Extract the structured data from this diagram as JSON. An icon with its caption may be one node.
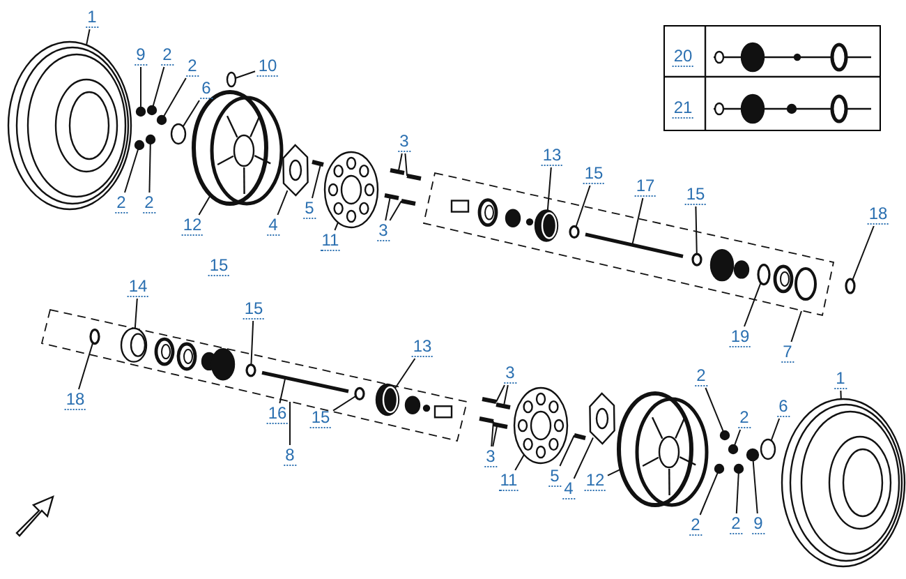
{
  "diagram": {
    "nodes": [
      {
        "text": [
          "1"
        ]
      },
      {
        "text": [
          "9"
        ]
      },
      {
        "text": [
          "2"
        ]
      },
      {
        "text": [
          "2"
        ]
      },
      {
        "text": [
          "10"
        ]
      },
      {
        "text": [
          "6"
        ]
      },
      {
        "text": [
          "3"
        ]
      },
      {
        "text": [
          "13"
        ]
      },
      {
        "text": [
          "15"
        ]
      },
      {
        "text": [
          "17"
        ]
      },
      {
        "text": [
          "15"
        ]
      },
      {
        "text": [
          "2"
        ]
      },
      {
        "text": [
          "2"
        ]
      },
      {
        "text": [
          "12"
        ]
      },
      {
        "text": [
          "18"
        ]
      },
      {
        "text": [
          "4"
        ]
      },
      {
        "text": [
          "5"
        ]
      },
      {
        "text": [
          "3"
        ]
      },
      {
        "text": [
          "11"
        ]
      },
      {
        "text": [
          "14"
        ]
      },
      {
        "text": [
          "15"
        ]
      },
      {
        "text": [
          "19"
        ]
      },
      {
        "text": [
          "13"
        ]
      },
      {
        "text": [
          "7"
        ]
      },
      {
        "text": [
          "3"
        ]
      },
      {
        "text": [
          "2"
        ]
      },
      {
        "text": [
          "1"
        ]
      },
      {
        "text": [
          "18"
        ]
      },
      {
        "text": [
          "16"
        ]
      },
      {
        "text": [
          "15"
        ]
      },
      {
        "text": [
          "2"
        ]
      },
      {
        "text": [
          "6"
        ]
      },
      {
        "text": [
          "8"
        ]
      },
      {
        "text": [
          "3"
        ]
      },
      {
        "text": [
          "5"
        ]
      },
      {
        "text": [
          "11"
        ]
      },
      {
        "text": [
          "12"
        ]
      },
      {
        "text": [
          "4"
        ]
      },
      {
        "text": [
          "2"
        ]
      },
      {
        "text": [
          "2"
        ]
      },
      {
        "text": [
          "9"
        ]
      },
      {
        "text": [
          "20"
        ]
      },
      {
        "text": [
          "21"
        ]
      },
      {
        "text": [
          "15"
        ]
      },
      {
        "text": [],
        "shape": "picture"
      },
      {
        "text": [],
        "shape": "circle"
      },
      {
        "text": [],
        "shape": "circle"
      },
      {
        "text": [],
        "shape": "circle"
      },
      {
        "text": [],
        "shape": "circle"
      },
      {
        "text": [],
        "shape": "circle"
      },
      {
        "text": [],
        "shape": "bar"
      },
      {
        "text": [],
        "shape": "bar"
      },
      {
        "text": [],
        "shape": "box"
      },
      {
        "text": [],
        "shape": "picture",
        "in": 52
      },
      {
        "text": [],
        "shape": "circle",
        "in": 52
      },
      {
        "text": [],
        "shape": "bar",
        "in": 52
      },
      {
        "text": [],
        "shape": "circle",
        "in": 52
      },
      {
        "text": [],
        "shape": "circle",
        "in": 52
      },
      {
        "text": [],
        "shape": "circle"
      },
      {
        "text": [],
        "shape": "circle"
      },
      {
        "text": [],
        "shape": "picture"
      },
      {
        "text": [],
        "shape": "circle"
      },
      {
        "text": [],
        "shape": "picture"
      },
      {
        "text": [],
        "shape": "bar"
      },
      {
        "text": [],
        "shape": "bar"
      },
      {
        "text": [],
        "shape": "bar"
      },
      {
        "text": [],
        "shape": "picture"
      },
      {
        "text": [],
        "shape": "box"
      },
      {
        "text": [],
        "shape": "circle",
        "in": 67
      },
      {
        "text": [],
        "shape": "picture",
        "in": 67
      },
      {
        "text": [],
        "shape": "circle",
        "in": 67
      },
      {
        "text": [],
        "shape": "bar",
        "in": 67
      },
      {
        "text": [],
        "shape": "circle",
        "in": 67
      },
      {
        "text": [],
        "shape": "picture",
        "in": 67
      },
      {
        "text": [],
        "shape": "bar"
      },
      {
        "text": [],
        "shape": "bar"
      },
      {
        "text": [],
        "shape": "bar"
      },
      {
        "text": [],
        "shape": "bar"
      },
      {
        "text": [],
        "shape": "picture"
      },
      {
        "text": [],
        "shape": "bar"
      },
      {
        "text": [],
        "shape": "picture"
      },
      {
        "text": [],
        "shape": "picture"
      },
      {
        "text": [],
        "shape": "circle"
      },
      {
        "text": [],
        "shape": "circle"
      },
      {
        "text": [],
        "shape": "circle"
      },
      {
        "text": [],
        "shape": "circle"
      },
      {
        "text": [],
        "shape": "circle"
      },
      {
        "text": [],
        "shape": "circle"
      },
      {
        "text": [],
        "shape": "picture"
      }
    ],
    "edges": [
      {
        "from": 0,
        "to": 44,
        "arrow": "none"
      },
      {
        "from": 1,
        "to": 45,
        "arrow": "none"
      },
      {
        "from": 2,
        "to": 46,
        "arrow": "none"
      },
      {
        "from": 3,
        "to": 47,
        "arrow": "none"
      },
      {
        "from": 4,
        "to": 48,
        "arrow": "none"
      },
      {
        "from": 5,
        "to": 49,
        "arrow": "none"
      },
      {
        "from": 6,
        "to": 50,
        "arrow": "none"
      },
      {
        "from": 6,
        "to": 51,
        "arrow": "none"
      },
      {
        "from": 7,
        "to": 53,
        "arrow": "none"
      },
      {
        "from": 8,
        "to": 54,
        "arrow": "none"
      },
      {
        "from": 9,
        "to": 55,
        "arrow": "none"
      },
      {
        "from": 10,
        "to": 56,
        "arrow": "none"
      },
      {
        "from": 11,
        "to": 58,
        "arrow": "none"
      },
      {
        "from": 12,
        "to": 59,
        "arrow": "none"
      },
      {
        "from": 13,
        "to": 60,
        "arrow": "none"
      },
      {
        "from": 14,
        "to": 61,
        "arrow": "none"
      },
      {
        "from": 15,
        "to": 62,
        "arrow": "none"
      },
      {
        "from": 16,
        "to": 63,
        "arrow": "none"
      },
      {
        "from": 17,
        "to": 64,
        "arrow": "none"
      },
      {
        "from": 17,
        "to": 65,
        "arrow": "none"
      },
      {
        "from": 18,
        "to": 66,
        "arrow": "none"
      },
      {
        "from": 19,
        "to": 69,
        "arrow": "none"
      },
      {
        "from": 20,
        "to": 70,
        "arrow": "none"
      },
      {
        "from": 21,
        "to": 57,
        "arrow": "none"
      },
      {
        "from": 22,
        "to": 73,
        "arrow": "none"
      },
      {
        "from": 23,
        "to": 52,
        "arrow": "none"
      },
      {
        "from": 24,
        "to": 74,
        "arrow": "none"
      },
      {
        "from": 24,
        "to": 75,
        "arrow": "none"
      },
      {
        "from": 25,
        "to": 82,
        "arrow": "none"
      },
      {
        "from": 26,
        "to": 88,
        "arrow": "none"
      },
      {
        "from": 27,
        "to": 68,
        "arrow": "none"
      },
      {
        "from": 28,
        "to": 71,
        "arrow": "none"
      },
      {
        "from": 29,
        "to": 72,
        "arrow": "none"
      },
      {
        "from": 30,
        "to": 83,
        "arrow": "none"
      },
      {
        "from": 31,
        "to": 87,
        "arrow": "none"
      },
      {
        "from": 32,
        "to": 67,
        "arrow": "none"
      },
      {
        "from": 33,
        "to": 76,
        "arrow": "none"
      },
      {
        "from": 33,
        "to": 77,
        "arrow": "none"
      },
      {
        "from": 34,
        "to": 79,
        "arrow": "none"
      },
      {
        "from": 35,
        "to": 78,
        "arrow": "none"
      },
      {
        "from": 36,
        "to": 81,
        "arrow": "none"
      },
      {
        "from": 37,
        "to": 80,
        "arrow": "none"
      },
      {
        "from": 38,
        "to": 84,
        "arrow": "none"
      },
      {
        "from": 39,
        "to": 85,
        "arrow": "none"
      },
      {
        "from": 40,
        "to": 86,
        "arrow": "none"
      }
    ]
  }
}
